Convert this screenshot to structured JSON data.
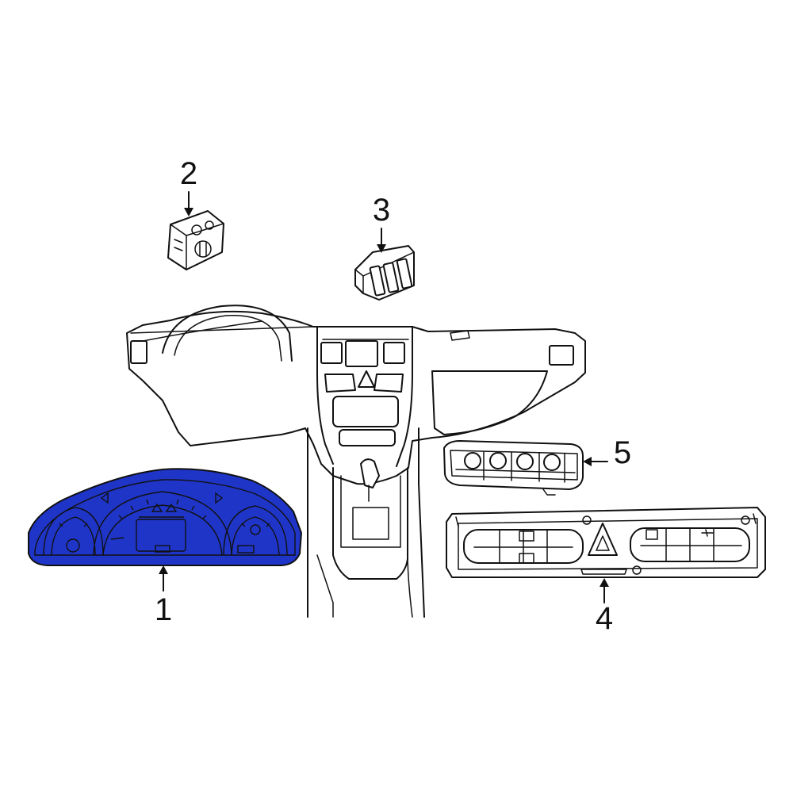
{
  "highlight_color": "#1f35c8",
  "callouts": {
    "c1": "1",
    "c2": "2",
    "c3": "3",
    "c4": "4",
    "c5": "5"
  },
  "parts": {
    "p1": "instrument-cluster",
    "p2": "headlamp-switch",
    "p3": "window-switch",
    "p4": "center-switch-panel",
    "p5": "climate-control-unit"
  }
}
